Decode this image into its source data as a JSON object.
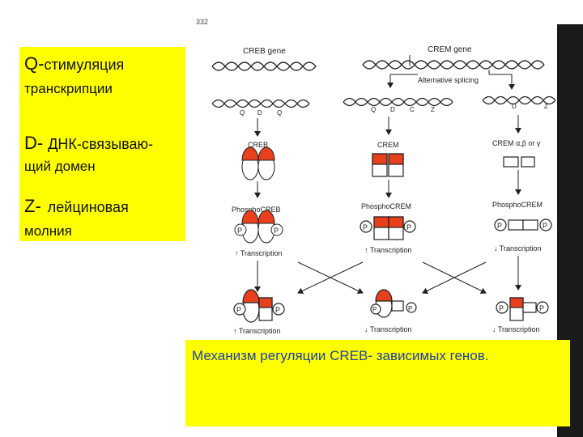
{
  "legend": {
    "q_term": "Q-",
    "q_line1": "стимуляция",
    "q_line2": "транскрипции",
    "d_term": "D-",
    "d_line1": "ДНК-связываю-",
    "d_line2": "щий домен",
    "z_term": "Z-",
    "z_line1": "лейциновая",
    "z_line2": "молния"
  },
  "page_number": "332",
  "diagram": {
    "creb_gene": "CREB gene",
    "crem_gene": "CREM gene",
    "alternative_splicing": "Alternative splicing",
    "exon_labels_left": [
      "Q",
      "D",
      "Q"
    ],
    "exon_labels_mid": [
      "Q",
      "D",
      "C",
      "Z"
    ],
    "exon_labels_right": [
      "D",
      "Z"
    ],
    "creb": "CREB",
    "crem": "CREM",
    "crem_isoforms": "CREM α,β or γ",
    "phospho_creb": "PhosphoCREB",
    "phospho_crem_mid": "PhosphoCREM",
    "phospho_crem_right": "PhosphoCREM",
    "p": "P",
    "transcription_up": "↑ Transcription",
    "transcription_down": "↓ Transcription",
    "accent_color": "#e8401c"
  },
  "caption": "Механизм регуляции CREB- зависимых генов."
}
